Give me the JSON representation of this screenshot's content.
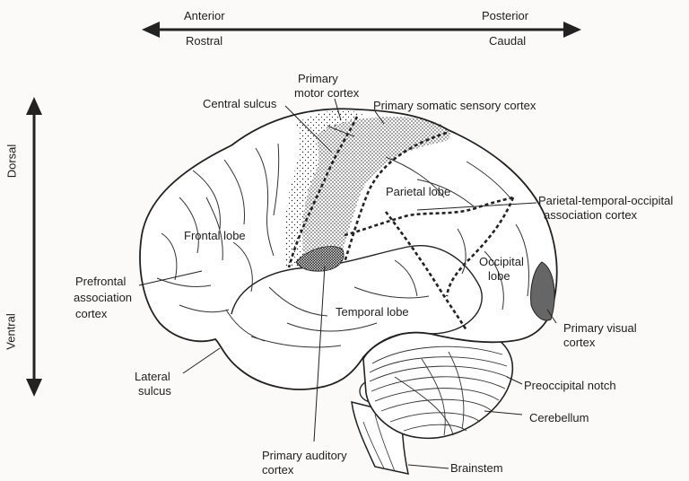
{
  "orientation": {
    "anterior": "Anterior",
    "rostral": "Rostral",
    "posterior": "Posterior",
    "caudal": "Caudal",
    "dorsal": "Dorsal",
    "ventral": "Ventral"
  },
  "labels": {
    "central_sulcus": "Central sulcus",
    "primary_motor_cortex_1": "Primary",
    "primary_motor_cortex_2": "motor cortex",
    "primary_somatic_sensory_cortex": "Primary somatic sensory cortex",
    "parietal_lobe": "Parietal lobe",
    "ptoa_cortex_1": "Parietal-temporal-occipital",
    "ptoa_cortex_2": "association cortex",
    "frontal_lobe": "Frontal lobe",
    "occipital_lobe_1": "Occipital",
    "occipital_lobe_2": "lobe",
    "prefrontal_1": "Prefrontal",
    "prefrontal_2": "association",
    "prefrontal_3": "cortex",
    "temporal_lobe": "Temporal lobe",
    "primary_visual_1": "Primary visual",
    "primary_visual_2": "cortex",
    "lateral_sulcus_1": "Lateral",
    "lateral_sulcus_2": "sulcus",
    "preoccipital_notch": "Preoccipital notch",
    "cerebellum": "Cerebellum",
    "primary_auditory_1": "Primary auditory",
    "primary_auditory_2": "cortex",
    "brainstem": "Brainstem"
  }
}
